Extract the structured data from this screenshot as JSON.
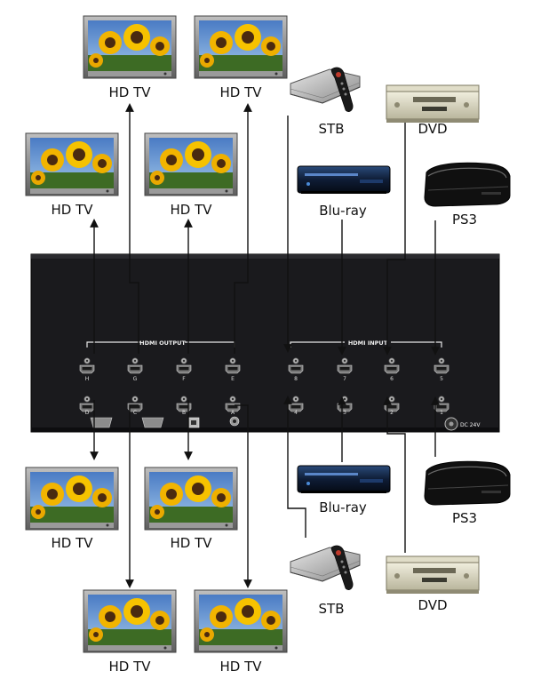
{
  "labels": {
    "tv": "HD TV",
    "stb": "STB",
    "dvd": "DVD",
    "bluray": "Blu-ray",
    "ps3": "PS3"
  },
  "panel": {
    "output_title": "HDMI OUTPUT",
    "input_title": "HDMI INPUT",
    "output_top_ports": [
      "H",
      "G",
      "F",
      "E"
    ],
    "output_bottom_ports": [
      "D",
      "C",
      "B",
      "A"
    ],
    "input_top_ports": [
      "8",
      "7",
      "6",
      "5"
    ],
    "input_bottom_ports": [
      "4",
      "3",
      "2",
      "1"
    ],
    "power_label": "DC 24V"
  }
}
